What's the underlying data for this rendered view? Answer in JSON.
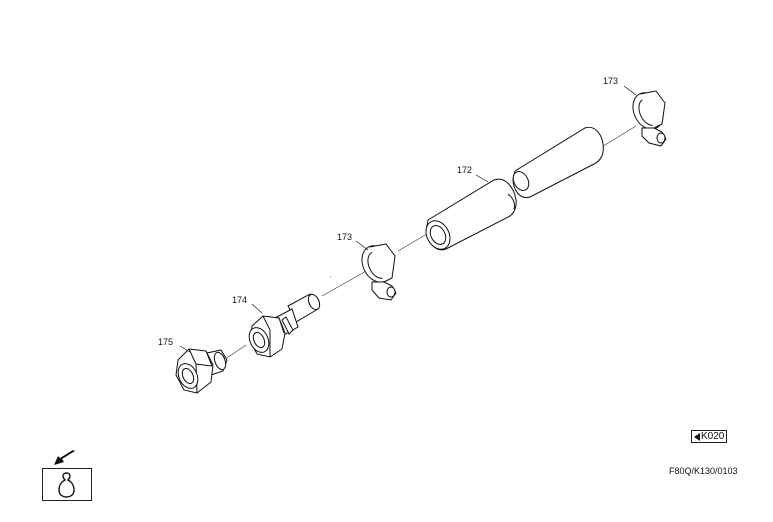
{
  "parts": {
    "p175": "175",
    "p174": "174",
    "p173a": "173",
    "p172": "172",
    "p173b": "173"
  },
  "reference": {
    "label": "K020",
    "icon": "left-triangle-icon"
  },
  "drawing_code": "F80Q/K130/0103",
  "nav": {
    "arrow_icon": "arrow-down-left-icon",
    "key_icon": "ignition-key-icon"
  },
  "colors": {
    "ink": "#111111",
    "background": "#ffffff"
  }
}
